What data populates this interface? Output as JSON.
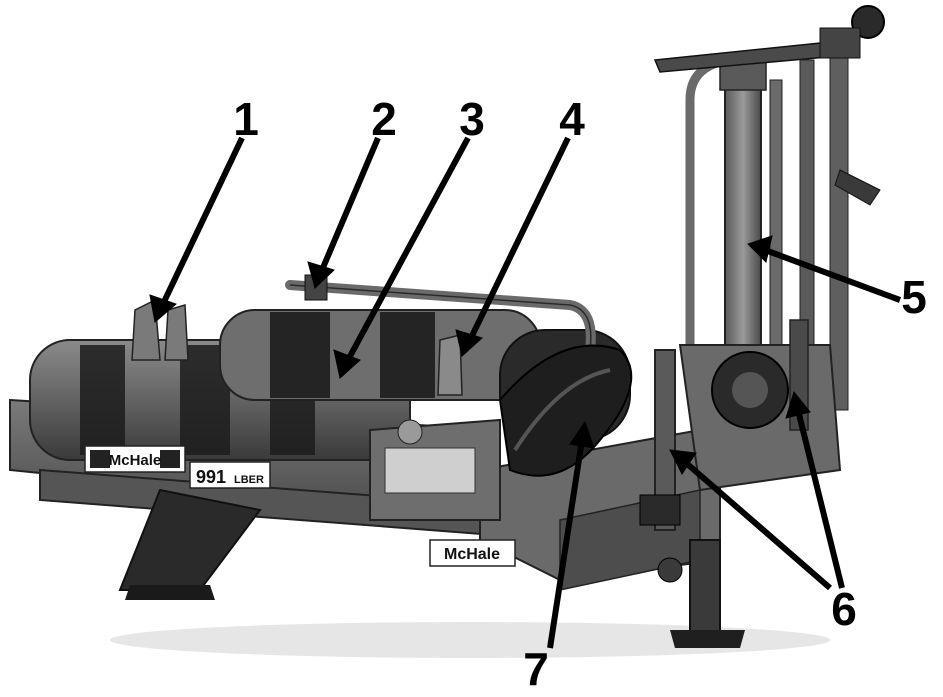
{
  "callouts": [
    {
      "label": "1"
    },
    {
      "label": "2"
    },
    {
      "label": "3"
    },
    {
      "label": "4"
    },
    {
      "label": "5"
    },
    {
      "label": "6"
    },
    {
      "label": "7"
    }
  ],
  "decals": {
    "brand_side": "McHale",
    "model": "991",
    "model_suffix": "LBER",
    "brand_frame": "McHale"
  },
  "colors": {
    "callout": "#000000"
  }
}
